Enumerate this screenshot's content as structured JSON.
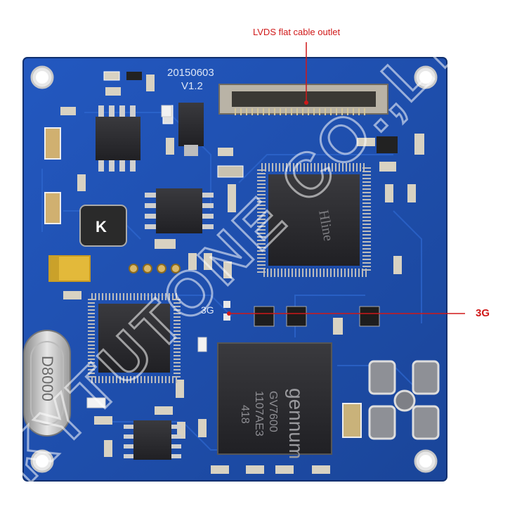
{
  "photo": {
    "board_date": "20150603",
    "board_version": "V1.2",
    "port_label": "3G",
    "main_chip_brand": "gennum",
    "main_chip_model": "GV7600",
    "main_chip_lot": "1107AE3",
    "main_chip_code": "418",
    "fpga_brand": "Hline",
    "crystal_marking": "D8000",
    "watermark": "KYTUTONE CO.,LTD",
    "colors": {
      "pcb": "#1f4fb0",
      "pcb_dark": "#163c8c",
      "callout": "#d01818"
    }
  },
  "annotations": {
    "lvds": "LVDS flat cable outlet",
    "three_g": "3G"
  }
}
